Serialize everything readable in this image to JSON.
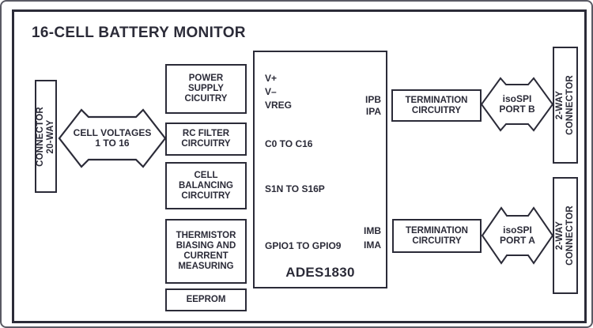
{
  "title": "16-CELL BATTERY MONITOR",
  "colors": {
    "ink": "#2b2b38",
    "background": "#ffffff"
  },
  "left_connector": {
    "label": "CONNECTOR 20-WAY"
  },
  "cell_voltages_arrow": {
    "label": [
      "CELL VOLTAGES",
      "1 TO 16"
    ]
  },
  "middle_blocks": [
    {
      "label": [
        "POWER",
        "SUPPLY",
        "CICUITRY"
      ]
    },
    {
      "label": [
        "RC FILTER",
        "CIRCUITRY"
      ]
    },
    {
      "label": [
        "CELL",
        "BALANCING",
        "CIRCUITRY"
      ]
    },
    {
      "label": [
        "THERMISTOR",
        "BIASING AND",
        "CURRENT",
        "MEASURING"
      ]
    },
    {
      "label": [
        "EEPROM"
      ]
    }
  ],
  "chip": {
    "name": "ADES1830",
    "left_pins": [
      "V+",
      "V–",
      "VREG",
      "C0 TO C16",
      "S1N TO S16P",
      "GPIO1 TO GPIO9"
    ],
    "right_pins": [
      "IPB",
      "IPA",
      "IMB",
      "IMA"
    ]
  },
  "port_b": {
    "termination": [
      "TERMINATION",
      "CIRCUITRY"
    ],
    "arrow_label": [
      "isoSPI",
      "PORT B"
    ],
    "connector": "2-WAY CONNECTOR"
  },
  "port_a": {
    "termination": [
      "TERMINATION",
      "CIRCUITRY"
    ],
    "arrow_label": [
      "isoSPI",
      "PORT A"
    ],
    "connector": "2-WAY CONNECTOR"
  }
}
